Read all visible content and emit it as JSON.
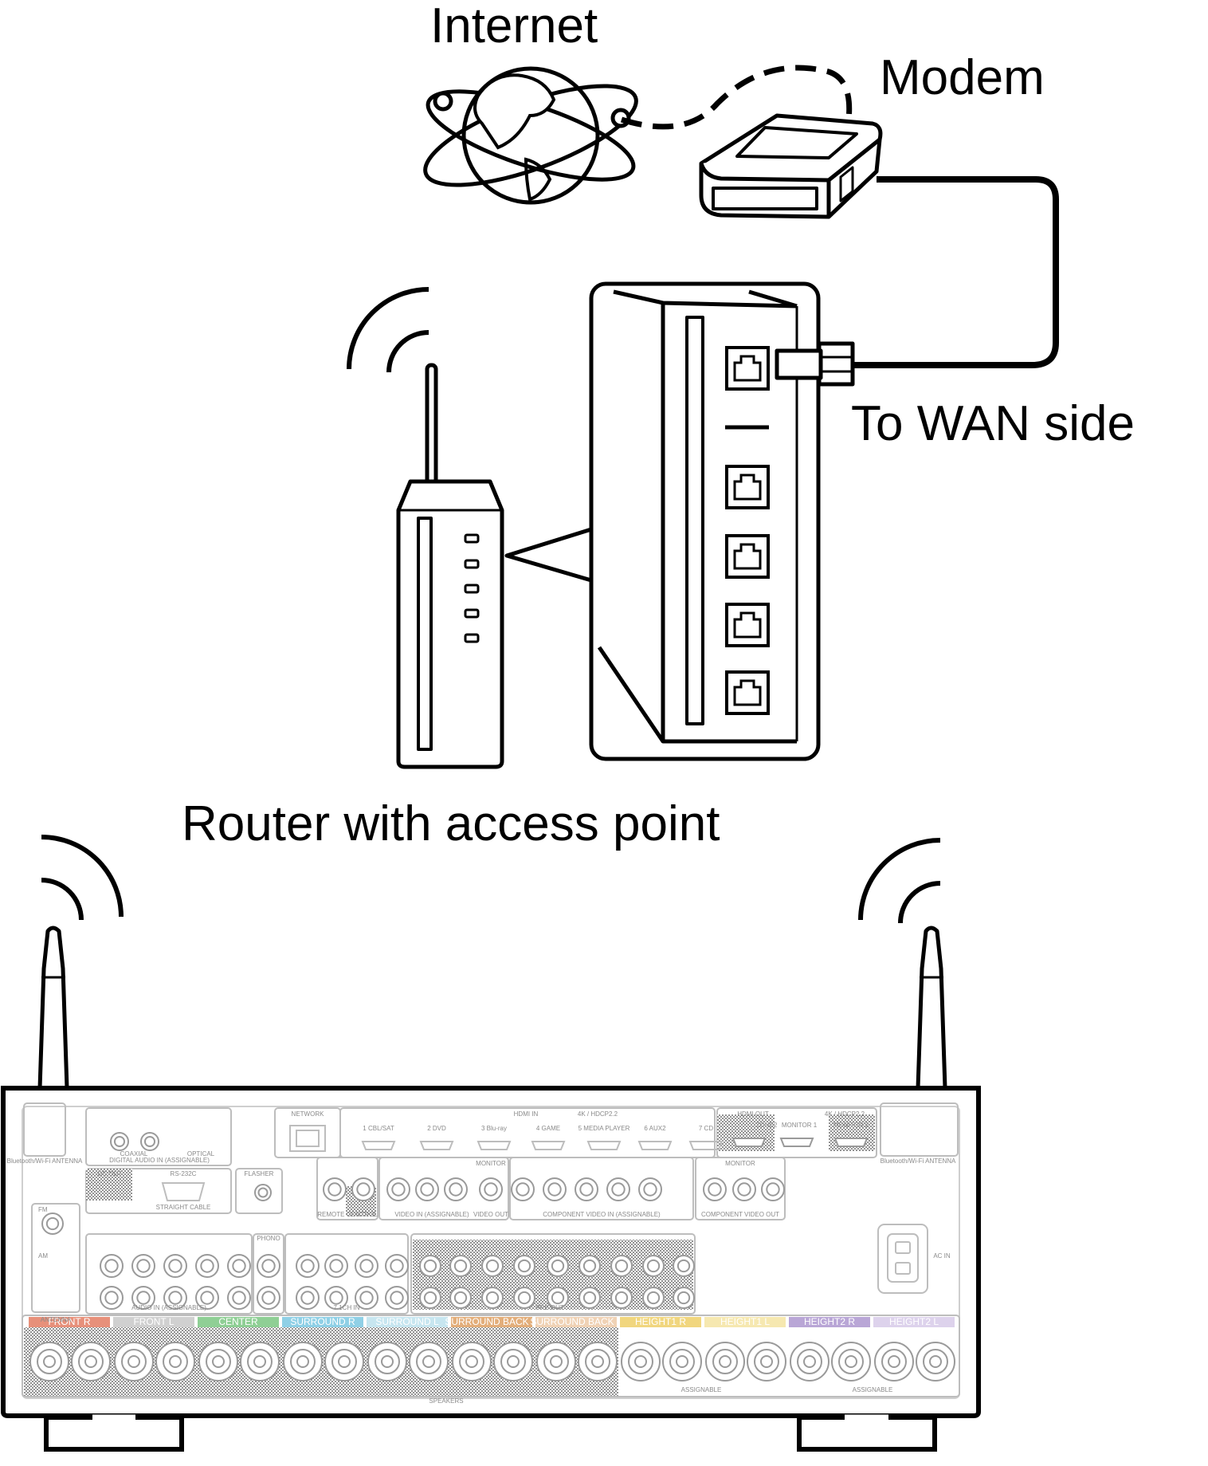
{
  "labels": {
    "internet": "Internet",
    "modem": "Modem",
    "wan": "To WAN side",
    "router": "Router with access point"
  },
  "receiver": {
    "antenna_label": "Bluetooth/Wi-Fi ANTENNA",
    "network": "NETWORK",
    "hdmi_in": "HDMI IN",
    "hdcp_in": "4K / HDCP2.2",
    "hdmi_in_inputs": [
      "1 CBL/SAT",
      "2 DVD",
      "3 Blu-ray",
      "4 GAME",
      "5 MEDIA PLAYER",
      "6 AUX2",
      "7 CD"
    ],
    "hdmi_out": "HDMI OUT",
    "hdcp_out": "4K / HDCP2.2",
    "zone2": "ZONE2",
    "monitor1": "MONITOR 1",
    "monitor2": "MONITOR 2",
    "digital_audio_in": "DIGITAL AUDIO IN (ASSIGNABLE)",
    "coaxial": "COAXIAL",
    "optical": "OPTICAL",
    "dc_out": "DC OUT",
    "rs232c": "RS-232C",
    "straight_cable": "STRAIGHT CABLE",
    "flasher": "FLASHER",
    "remote_control": "REMOTE CONTROL",
    "video_in": "VIDEO IN (ASSIGNABLE)",
    "video_out": "VIDEO OUT",
    "monitor": "MONITOR",
    "component_video_in": "COMPONENT VIDEO IN (ASSIGNABLE)",
    "component_video_out": "COMPONENT VIDEO OUT",
    "antenna": "ANTENNA",
    "fm": "FM",
    "am": "AM",
    "audio_in": "AUDIO IN (ASSIGNABLE)",
    "phono": "PHONO",
    "ch71_in": "7.1CH IN",
    "pre_out": "PRE OUT",
    "ac_in": "AC IN",
    "speakers": "SPEAKERS",
    "assignable": "ASSIGNABLE",
    "speaker_bands": [
      {
        "label": "FRONT R",
        "color": "#e7907a"
      },
      {
        "label": "FRONT L",
        "color": "#d0d0d0"
      },
      {
        "label": "CENTER",
        "color": "#8fcf95"
      },
      {
        "label": "SURROUND R",
        "color": "#8fd0e6"
      },
      {
        "label": "SURROUND L",
        "color": "#c7e6f0"
      },
      {
        "label": "SURROUND BACK R",
        "color": "#e3ae7a"
      },
      {
        "label": "SURROUND BACK L",
        "color": "#f0d2b5"
      },
      {
        "label": "HEIGHT1 R",
        "color": "#f1d67e"
      },
      {
        "label": "HEIGHT1 L",
        "color": "#f6e8b0"
      },
      {
        "label": "HEIGHT2 R",
        "color": "#b9a6d6"
      },
      {
        "label": "HEIGHT2 L",
        "color": "#ddd2ec"
      }
    ]
  },
  "colors": {
    "line": "#000000",
    "panel": "#bdbdbd",
    "panel_text": "#8a8a8a"
  }
}
